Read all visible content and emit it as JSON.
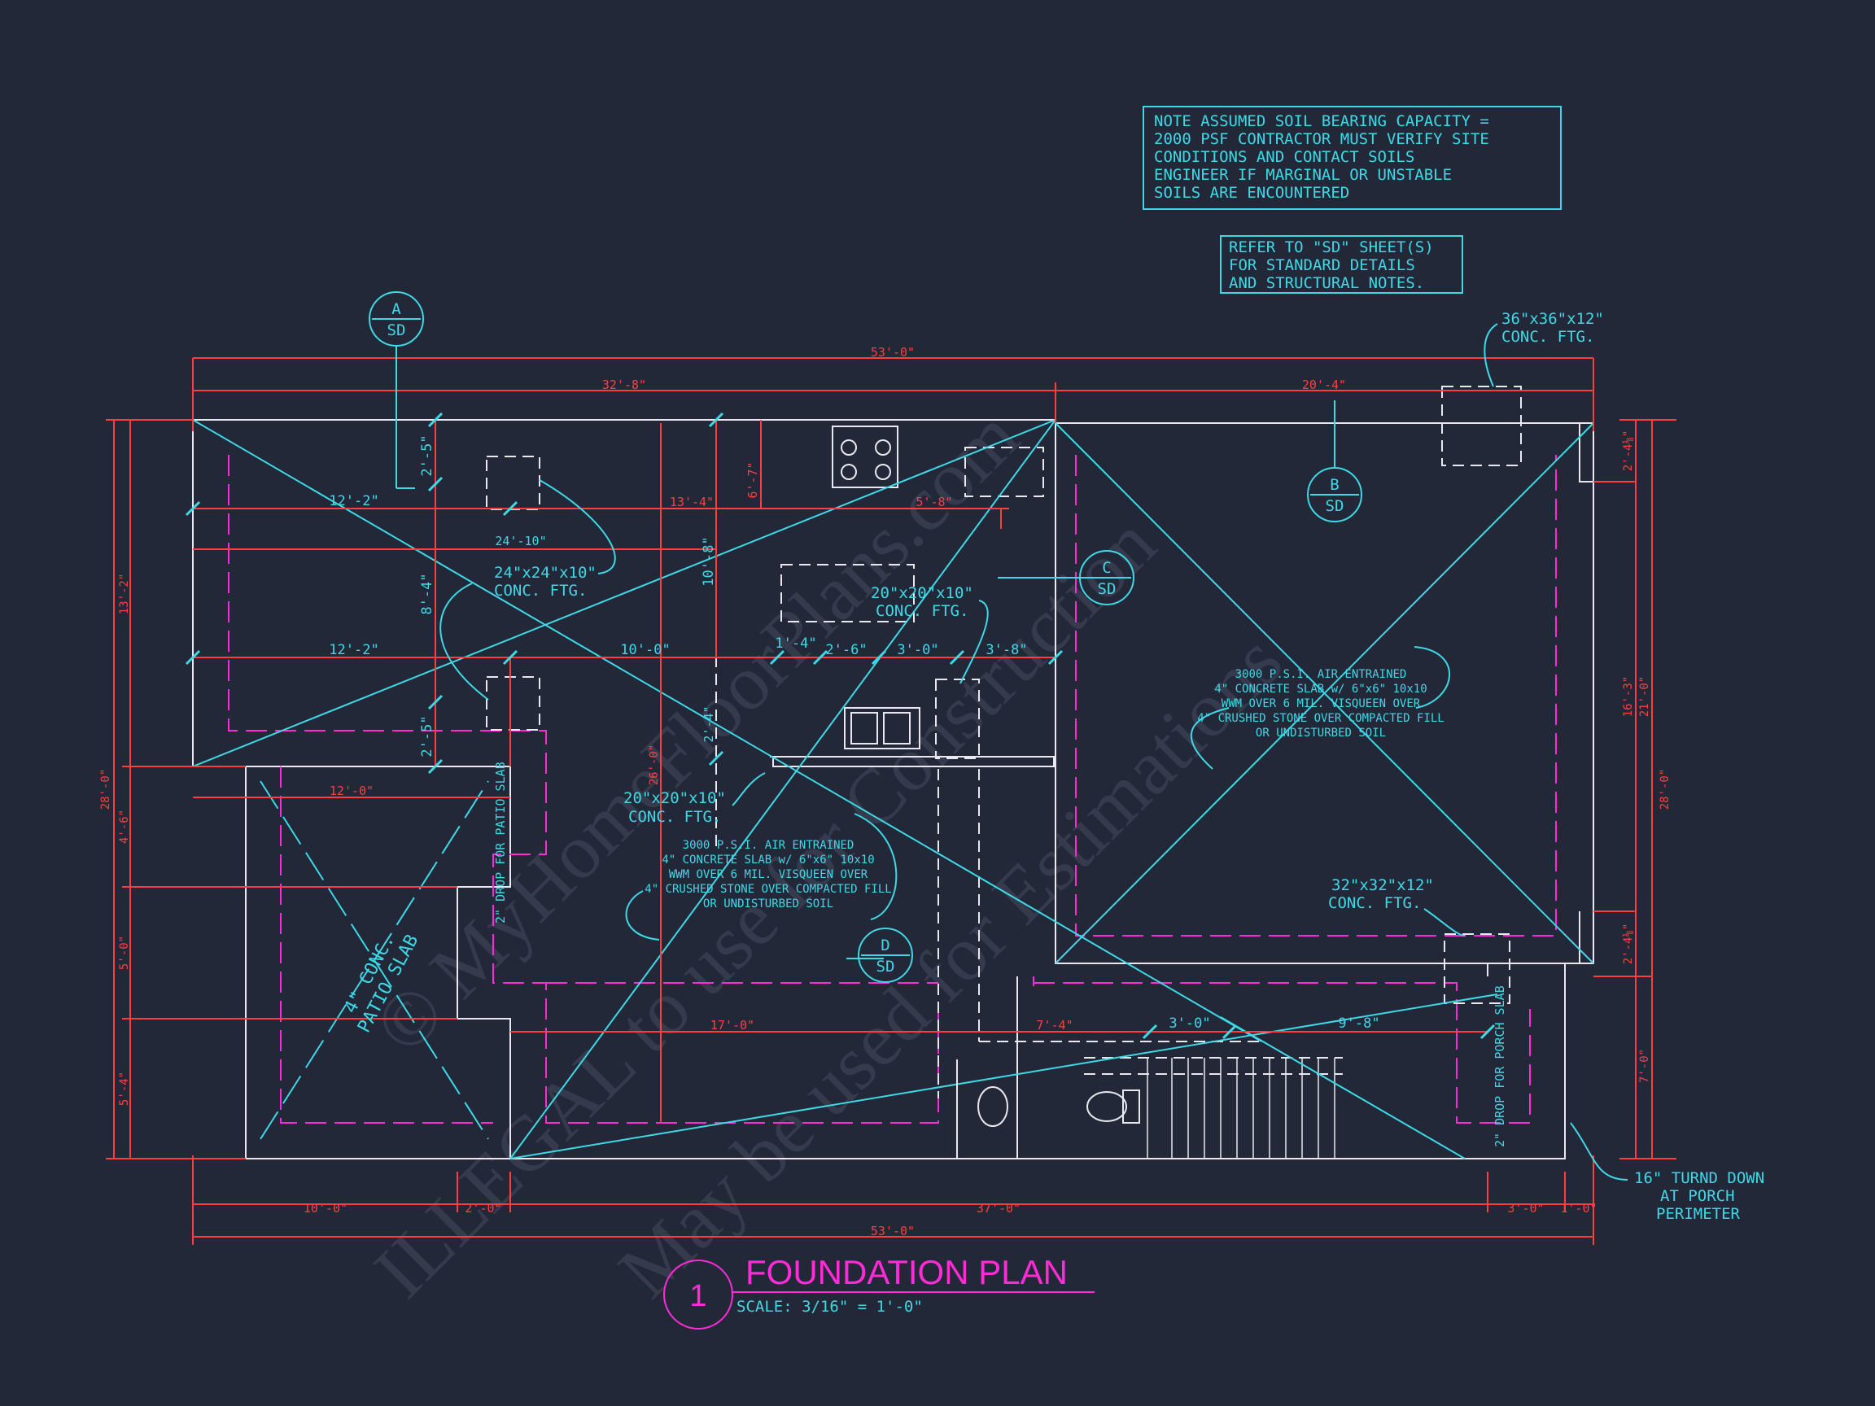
{
  "title": "FOUNDATION PLAN",
  "detail_number": "1",
  "scale": "SCALE: 3/16\" = 1'-0\"",
  "notes": {
    "soil": [
      "NOTE ASSUMED SOIL BEARING CAPACITY =",
      "2000 PSF CONTRACTOR MUST VERIFY SITE",
      "CONDITIONS AND CONTACT SOILS",
      "ENGINEER IF MARGINAL OR UNSTABLE",
      "SOILS ARE ENCOUNTERED"
    ],
    "refer": [
      "REFER TO \"SD\" SHEET(S)",
      "FOR STANDARD DETAILS",
      "AND STRUCTURAL NOTES."
    ]
  },
  "section_markers": [
    {
      "letter": "A",
      "sheet": "SD"
    },
    {
      "letter": "B",
      "sheet": "SD"
    },
    {
      "letter": "C",
      "sheet": "SD"
    },
    {
      "letter": "D",
      "sheet": "SD"
    }
  ],
  "footings": {
    "f36": [
      "36\"x36\"x12\"",
      "CONC. FTG."
    ],
    "f24": [
      "24\"x24\"x10\"",
      "CONC. FTG."
    ],
    "f20a": [
      "20\"x20\"x10\"",
      "CONC. FTG."
    ],
    "f20b": [
      "20\"x20\"x10\"",
      "CONC. FTG."
    ],
    "f32": [
      "32\"x32\"x12\"",
      "CONC. FTG."
    ]
  },
  "slab_note_right": [
    "3000 P.S.I. AIR ENTRAINED",
    "4\" CONCRETE SLAB w/ 6\"x6\" 10x10",
    "WWM OVER 6 MIL. VISQUEEN OVER",
    "4\" CRUSHED STONE OVER COMPACTED FILL",
    "OR UNDISTURBED SOIL"
  ],
  "slab_note_center": [
    "3000 P.S.I. AIR ENTRAINED",
    "4\" CONCRETE SLAB w/ 6\"x6\" 10x10",
    "WWM OVER 6 MIL. VISQUEEN OVER",
    "4\" CRUSHED STONE OVER COMPACTED FILL",
    "OR UNDISTURBED SOIL"
  ],
  "patio_slab": [
    "4\" CONC.",
    "PATIO SLAB"
  ],
  "drop_patio": "2\" DROP FOR PATIO SLAB",
  "drop_porch": "2\" DROP FOR PORCH SLAB",
  "turndown": [
    "16\" TURND DOWN",
    "AT PORCH",
    "PERIMETER"
  ],
  "dims": {
    "top_overall": "53'-0\"",
    "top_left": "32'-8\"",
    "top_right": "20'-4\"",
    "bot_overall": "53'-0\"",
    "bot_10": "10'-0\"",
    "bot_2": "2'-0\"",
    "bot_37": "37'-0\"",
    "bot_3": "3'-0\"",
    "bot_1": "1'-0\"",
    "left_13": "13'-2\"",
    "left_28": "28'-0\"",
    "left_4": "4'-6\"",
    "left_5": "5'-0\"",
    "left_54": "5'-4\"",
    "right_248a": "2'-4⅛\"",
    "right_163": "16'-3\"",
    "right_21": "21'-0\"",
    "right_28": "28'-0\"",
    "right_248b": "2'-4⅛\"",
    "right_7": "7'-0\"",
    "d_12_2a": "12'-2\"",
    "d_24_10": "24'-10\"",
    "d_13_4": "13'-4\"",
    "d_5_8": "5'-8\"",
    "d_12_2b": "12'-2\"",
    "d_10_0": "10'-0\"",
    "d_1_4": "1'-4\"",
    "d_2_6": "2'-6\"",
    "d_3_0": "3'-0\"",
    "d_3_8": "3'-8\"",
    "d_2_5a": "2'-5\"",
    "d_8_4": "8'-4\"",
    "d_2_5b": "2'-5\"",
    "d_6_7": "6'-7\"",
    "d_10_8": "10'-8\"",
    "d_2_4": "2'-4\"",
    "d_26_0": "26'-0\"",
    "d_12_0": "12'-0\"",
    "d_17_0": "17'-0\"",
    "d_7_4": "7'-4\"",
    "d_3_0b": "3'-0\"",
    "d_9_8": "9'-8\""
  },
  "watermark": [
    "© MyHomeFloorPlans.com",
    "ILLEGAL to use for Construction",
    "May be used for Estimations"
  ],
  "colors": {
    "background": "#232839",
    "cyan": "#3fd9e6",
    "red": "#ff3f3f",
    "magenta": "#ff2bd6",
    "white": "#e8e8ee"
  }
}
